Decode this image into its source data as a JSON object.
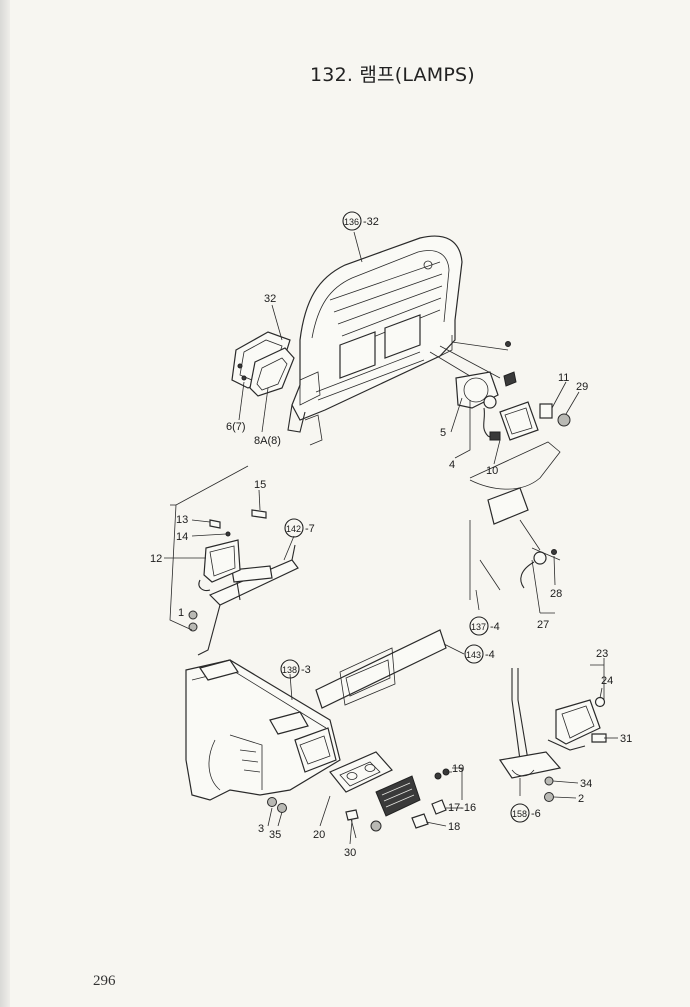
{
  "page": {
    "title": "132. 램프(LAMPS)",
    "page_number": "296"
  },
  "callouts": {
    "ref_136_32": "136",
    "ref_136_32_suffix": "-32",
    "ref_142_7": "142",
    "ref_142_7_suffix": "-7",
    "ref_137_4": "137",
    "ref_137_4_suffix": "-4",
    "ref_143_4": "143",
    "ref_143_4_suffix": "-4",
    "ref_138_3": "138",
    "ref_138_3_suffix": "-3",
    "ref_158_6": "158",
    "ref_158_6_suffix": "-6"
  },
  "labels": {
    "l32": "32",
    "l6_7": "6(7)",
    "l8a_8": "8A(8)",
    "l5": "5",
    "l4": "4",
    "l10": "10",
    "l11": "11",
    "l29": "29",
    "l15": "15",
    "l13": "13",
    "l14": "14",
    "l12": "12",
    "l1": "1",
    "l28": "28",
    "l27": "27",
    "l23": "23",
    "l24": "24",
    "l31": "31",
    "l34": "34",
    "l2": "2",
    "l19": "19",
    "l17_16": "17-16",
    "l18": "18",
    "l20": "20",
    "l30": "30",
    "l3": "3",
    "l35": "35"
  }
}
